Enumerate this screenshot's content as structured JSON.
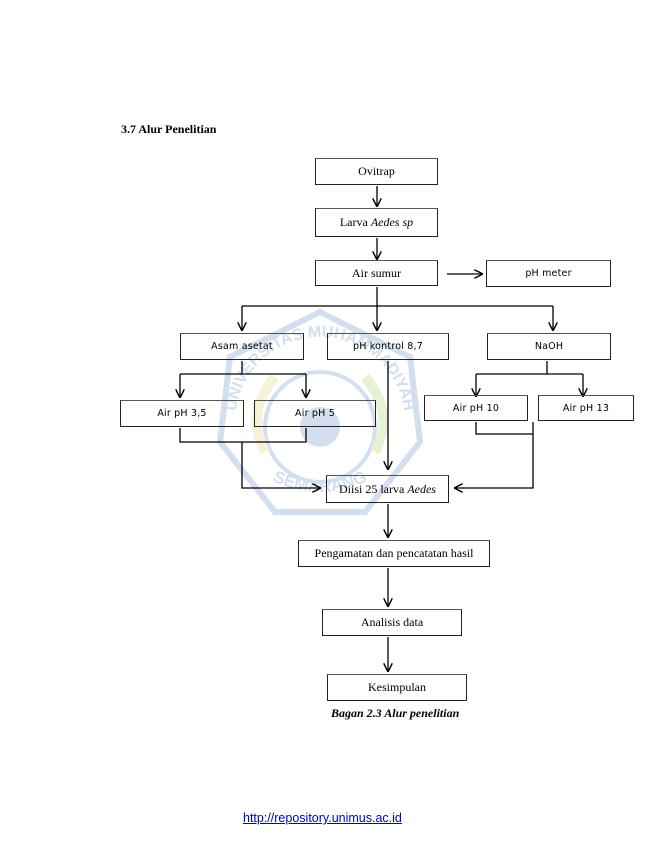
{
  "heading": "3.7 Alur Penelitian",
  "boxes": {
    "ovitrap": "Ovitrap",
    "larva_prefix": "Larva ",
    "larva_italic": "Aedes sp",
    "air_sumur": "Air sumur",
    "ph_meter": "pH meter",
    "asam_asetat": "Asam asetat",
    "ph_kontrol": "pH kontrol 8,7",
    "naoh": "NaOH",
    "air_ph_35": "Air pH 3,5",
    "air_ph_5": "Air pH 5",
    "air_ph_10": "Air pH 10",
    "air_ph_13": "Air pH 13",
    "diisi_prefix": "Diisi 25 larva ",
    "diisi_italic": "Aedes",
    "pengamatan": "Pengamatan dan pencatatan hasil",
    "analisis": "Analisis data",
    "kesimpulan": "Kesimpulan"
  },
  "caption": "Bagan 2.3 Alur penelitian",
  "watermark": {
    "top_text": "UNIVERSITAS MUHAMMADIYAH",
    "bottom_text": "SEMARANG",
    "color": "#3b6fb6",
    "accent": "#e2c15a"
  },
  "footer": {
    "link_text": "http://repository.unimus.ac.id"
  }
}
